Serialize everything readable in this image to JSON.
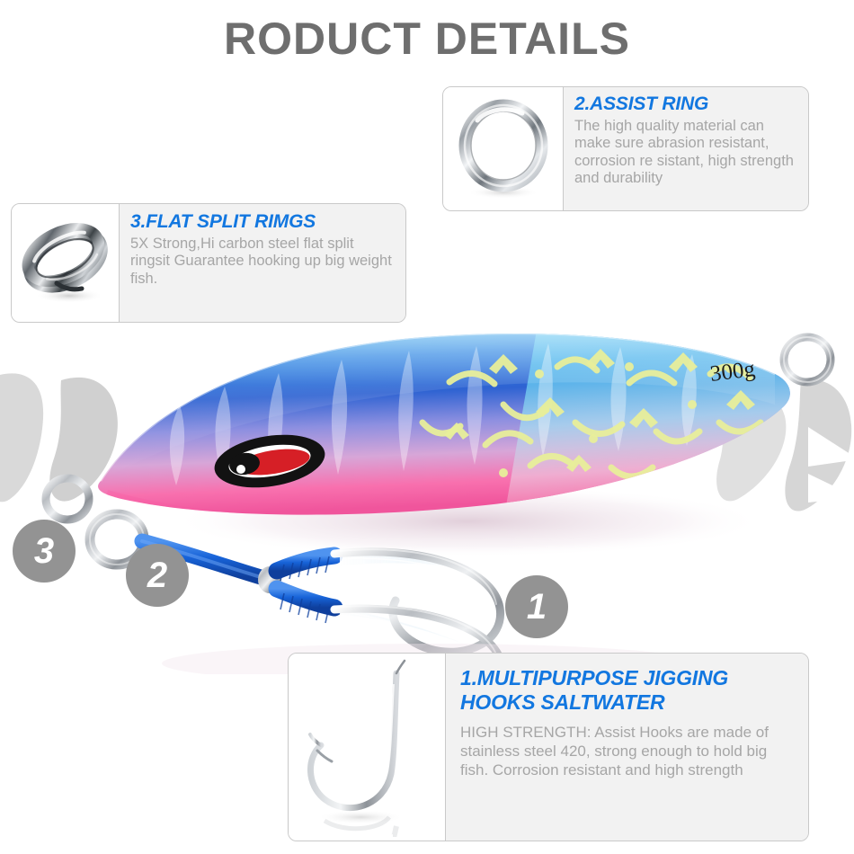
{
  "header": {
    "title": "RODUCT DETAILS",
    "title_color": "#6e6e6e"
  },
  "theme": {
    "accent_blue": "#1277e0",
    "body_text_gray": "#a6a6a6",
    "badge_gray": "#939393",
    "card_bg": "#f2f2f2",
    "card_border": "#c9c9c9"
  },
  "cards": [
    {
      "id": "assist-ring",
      "number": "2",
      "heading": "2.ASSIST RING",
      "description": "The high quality material can make sure abrasion resistant, corrosion re sistant, high strength and durability",
      "thumb_icon": "split-ring-photo"
    },
    {
      "id": "flat-split-rings",
      "number": "3",
      "heading": "3.FLAT SPLIT RIMGS",
      "description": "5X Strong,Hi carbon steel flat split ringsit Guarantee hooking up big weight fish.",
      "thumb_icon": "flat-split-ring-photo"
    },
    {
      "id": "jigging-hooks",
      "number": "1",
      "heading": "1.MULTIPURPOSE JIGGING HOOKS SALTWATER",
      "description": "HIGH STRENGTH: Assist Hooks are made of stainless steel 420, strong enough to hold big fish. Corrosion resistant and high strength",
      "thumb_icon": "fishing-hook-photo"
    }
  ],
  "badges": [
    {
      "label": "3",
      "target": "flat-split-rings"
    },
    {
      "label": "2",
      "target": "assist-ring"
    },
    {
      "label": "1",
      "target": "jigging-hooks"
    }
  ],
  "product": {
    "weight_label": "300g",
    "body_colors": {
      "top": "#2f9fe8",
      "upper_mid": "#1d52c8",
      "belly": "#f45fa5",
      "pattern": "#e8ef9a"
    },
    "eye_colors": {
      "outer": "#121212",
      "iris": "#d61f26",
      "highlight": "#ffffff"
    },
    "assist_cord_color": "#1763d8",
    "hardware_color": "#c6c9cc"
  }
}
